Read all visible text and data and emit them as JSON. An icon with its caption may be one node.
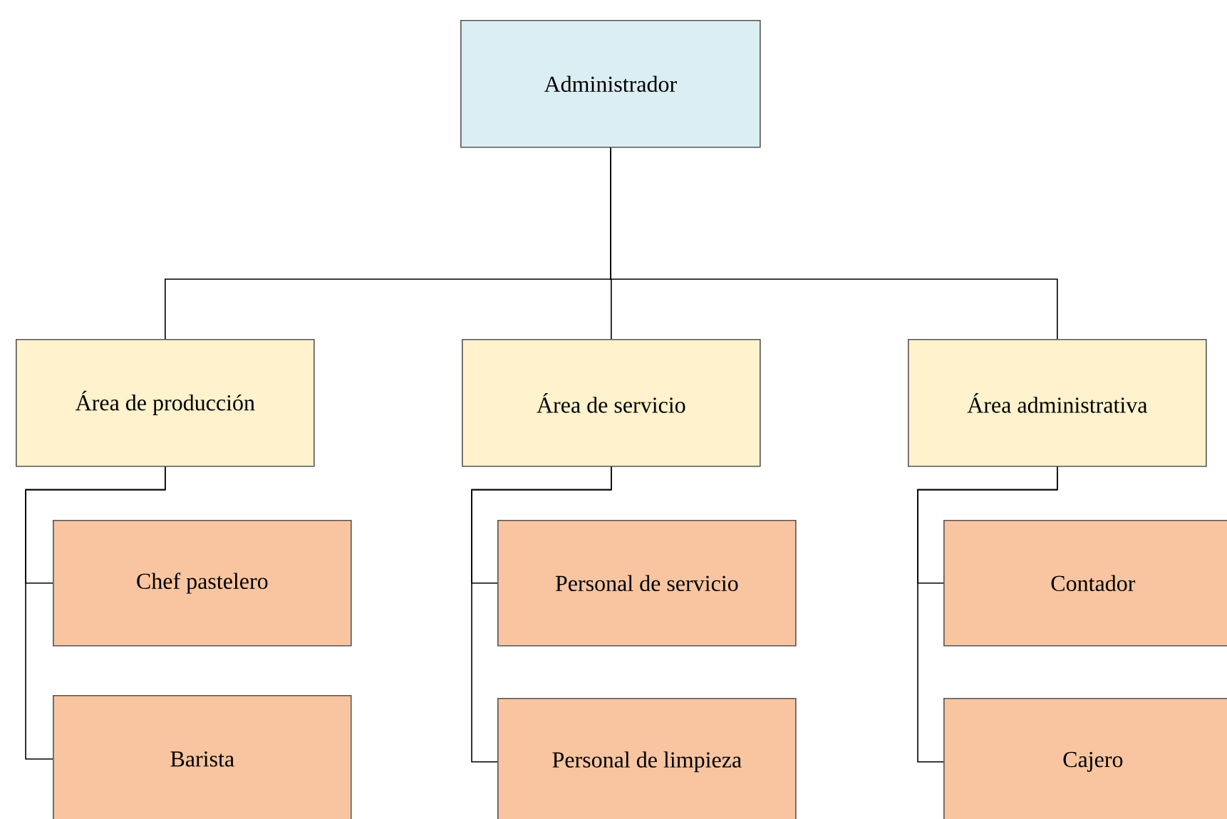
{
  "diagram": {
    "nodes": [
      {
        "text": [
          "Administrador"
        ]
      },
      {
        "text": [
          "Área de producción"
        ]
      },
      {
        "text": [
          "Área de servicio"
        ]
      },
      {
        "text": [
          "Área administrativa"
        ]
      },
      {
        "text": [
          "Chef pastelero"
        ]
      },
      {
        "text": [
          "Barista"
        ]
      },
      {
        "text": [
          "Personal de servicio"
        ]
      },
      {
        "text": [
          "Personal de limpieza"
        ]
      },
      {
        "text": [
          "Contador"
        ]
      },
      {
        "text": [
          "Cajero"
        ]
      }
    ],
    "edges": [
      {
        "from": 0,
        "to": 1,
        "arrow": "none"
      },
      {
        "from": 0,
        "to": 2,
        "arrow": "none"
      },
      {
        "from": 0,
        "to": 3,
        "arrow": "none"
      },
      {
        "from": 1,
        "to": 4,
        "arrow": "none"
      },
      {
        "from": 1,
        "to": 5,
        "arrow": "none"
      },
      {
        "from": 2,
        "to": 6,
        "arrow": "none"
      },
      {
        "from": 2,
        "to": 7,
        "arrow": "none"
      },
      {
        "from": 3,
        "to": 8,
        "arrow": "none"
      },
      {
        "from": 3,
        "to": 9,
        "arrow": "none"
      }
    ]
  }
}
